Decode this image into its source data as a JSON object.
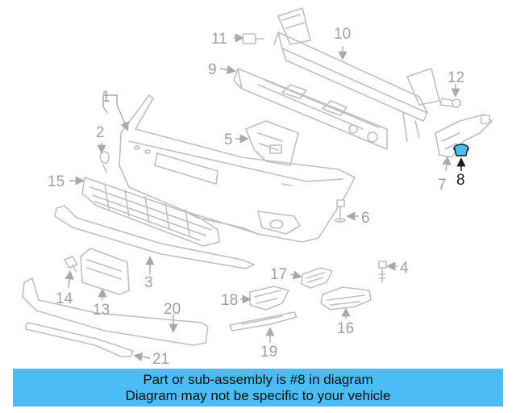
{
  "diagram": {
    "highlighted_part": "8",
    "highlight_color": "#4bbcf5",
    "callouts": {
      "c1": "1",
      "c2": "2",
      "c3": "3",
      "c4": "4",
      "c5": "5",
      "c6": "6",
      "c7": "7",
      "c8": "8",
      "c9": "9",
      "c10": "10",
      "c11": "11",
      "c12": "12",
      "c13": "13",
      "c14": "14",
      "c15": "15",
      "c16": "16",
      "c17": "17",
      "c18": "18",
      "c19": "19",
      "c20": "20",
      "c21": "21"
    }
  },
  "caption": {
    "line1": "Part or sub-assembly is #8 in diagram",
    "line2": "Diagram may not be specific to your vehicle",
    "background": "#4bbcf5"
  }
}
